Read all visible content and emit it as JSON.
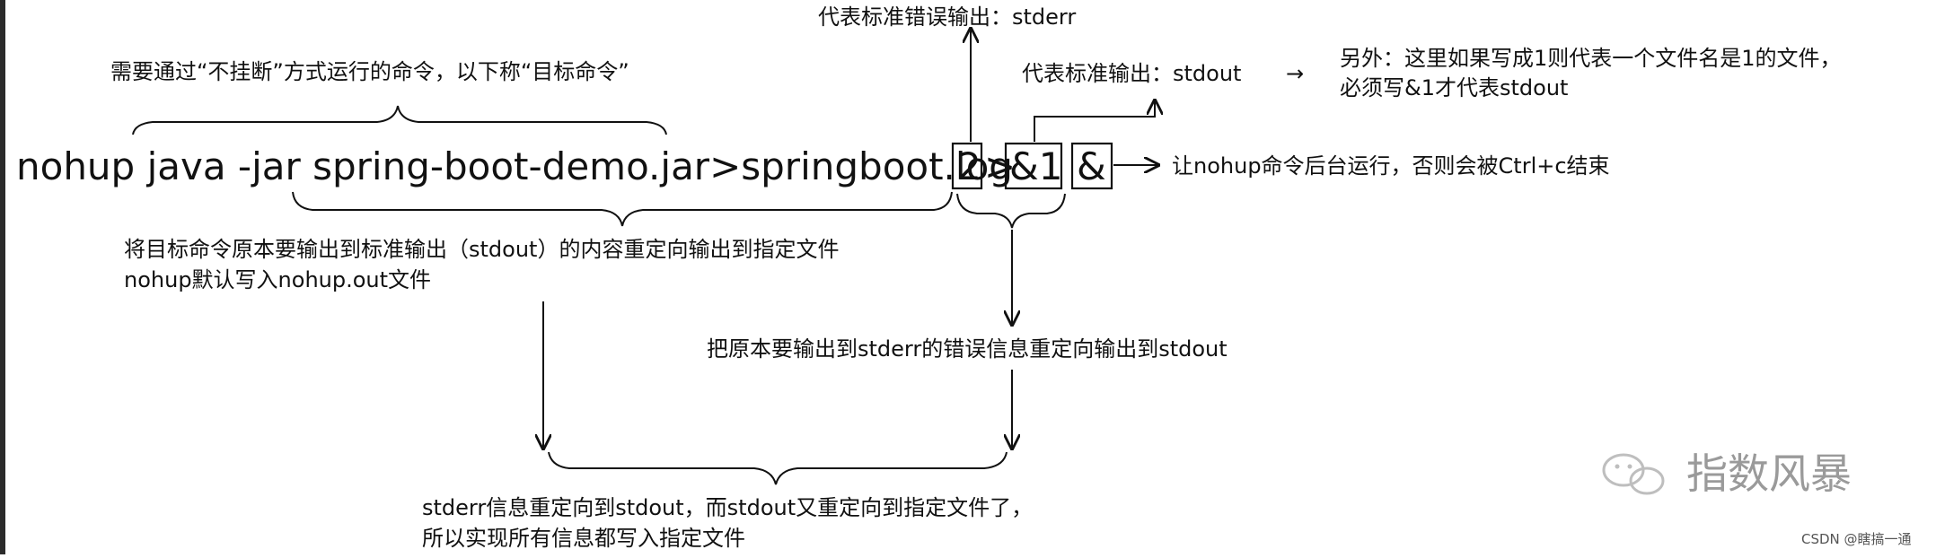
{
  "command": {
    "part_main": "nohup java -jar spring-boot-demo.jar>springboot.log",
    "part_2": "2",
    "part_gt": ">",
    "part_amp1": "&1",
    "part_amp": "&"
  },
  "notes": {
    "stderr_label": "代表标准错误输出：stderr",
    "stdout_label": "代表标准输出：stdout",
    "stdout_arrow": "→",
    "other_line1": "另外：这里如果写成1则代表一个文件名是1的文件，",
    "other_line2": "必须写&1才代表stdout",
    "target_command": "需要通过“不挂断”方式运行的命令，以下称“目标命令”",
    "background": "让nohup命令后台运行，否则会被Ctrl+c结束",
    "redirect_line1": "将目标命令原本要输出到标准输出（stdout）的内容重定向输出到指定文件",
    "redirect_line2": "nohup默认写入nohup.out文件",
    "stderr_to_stdout": "把原本要输出到stderr的错误信息重定向输出到stdout",
    "final_line1": "stderr信息重定向到stdout，而stdout又重定向到指定文件了，",
    "final_line2": "所以实现所有信息都写入指定文件"
  },
  "watermark": {
    "text": "指数风暴",
    "icon": "wechat-icon"
  },
  "credit": "CSDN @瞎搞一通"
}
